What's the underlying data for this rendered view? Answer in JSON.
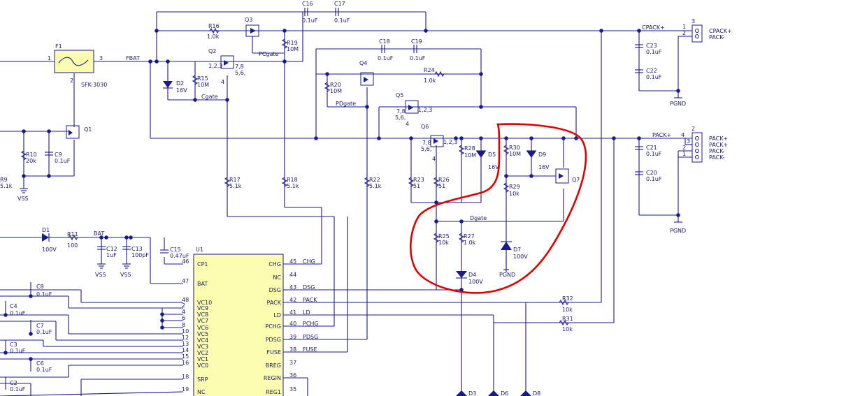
{
  "fuse": {
    "ref": "F1",
    "part": "SFK-3030",
    "pin1": "1",
    "pin2": "2",
    "pin3": "3"
  },
  "nets": {
    "fbat": "FBAT",
    "cpack_plus": "CPACK+",
    "pack_plus": "PACK+",
    "pcgate": "PCgate",
    "cgate": "Cgate",
    "pdgate": "PDgate",
    "dgate": "Dgate",
    "bat": "BAT",
    "vss": "VSS",
    "pgnd": "PGND"
  },
  "connectors": {
    "j3": {
      "ref": "3",
      "pins": [
        "1",
        "2"
      ],
      "labels": [
        "CPACK+",
        "PACK-"
      ]
    },
    "j2": {
      "ref": "2",
      "pins": [
        "4",
        "3",
        "2",
        "1"
      ],
      "labels": [
        "PACK+",
        "PACK+",
        "PACK-",
        "PACK-"
      ]
    }
  },
  "parts": {
    "q3": "Q3",
    "q2": "Q2",
    "q4": "Q4",
    "q5": "Q5",
    "q6": "Q6",
    "q7": "Q7",
    "q1": "Q1",
    "q2_pins": "1,2,3",
    "q2_pins2": "7,8",
    "q2_pins3": "5,6,",
    "q2_pin4": "4",
    "q5_pins": "1,2,3",
    "q5_pins2": "7,8",
    "q5_pins3": "5,6,",
    "q5_pin4": "4",
    "q6_pins": "1,2,3",
    "q6_pins2": "7,8",
    "q6_pins3": "5,6,",
    "q6_pin4": "4",
    "r16": "R16",
    "r16v": "1.0k",
    "r19": "R19",
    "r19v": "10M",
    "r15": "R15",
    "r15v": "10M",
    "r20": "R20",
    "r20v": "10M",
    "r24": "R24",
    "r24v": "1.0k",
    "r28": "R28",
    "r28v": "10M",
    "r30": "R30",
    "r30v": "10M",
    "r29": "R29",
    "r29v": "10k",
    "r17": "R17",
    "r17v": "5.1k",
    "r18": "R18",
    "r18v": "5.1k",
    "r22": "R22",
    "r22v": "5.1k",
    "r23": "R23",
    "r23v": "51",
    "r26": "R26",
    "r26v": "51",
    "r25": "R25",
    "r25v": "10k",
    "r27": "R27",
    "r27v": "1.0k",
    "r10": "R10",
    "r10v": "20k",
    "r9": "R9",
    "r9v": "5.1k",
    "r11": "R11",
    "r11v": "100",
    "r32": "R32",
    "r32v": "10k",
    "r31": "R31",
    "r31v": "10k",
    "c16": "C16",
    "c16v": "0.1uF",
    "c17": "C17",
    "c17v": "0.1uF",
    "c18": "C18",
    "c18v": "0.1uF",
    "c19": "C19",
    "c19v": "0.1uF",
    "c23": "C23",
    "c23v": "0.1uF",
    "c22": "C22",
    "c22v": "0.1uF",
    "c21": "C21",
    "c21v": "0.1uF",
    "c20": "C20",
    "c20v": "0.1uF",
    "c9": "C9",
    "c9v": "0.1uF",
    "c12": "C12",
    "c12v": "1uF",
    "c13": "C13",
    "c13v": "100pF",
    "c15": "C15",
    "c15v": "0.47uF",
    "c8": "C8",
    "c8v": "0.1uF",
    "c4": "C4",
    "c4v": "0.1uF",
    "c7": "C7",
    "c7v": "0.1uF",
    "c3": "C3",
    "c3v": "0.1uF",
    "c6": "C6",
    "c6v": "0.1uF",
    "c2": "C2",
    "c2v": "0.1uF",
    "d2": "D2",
    "d2v": "16V",
    "d5": "D5",
    "d5v": "16V",
    "d9": "D9",
    "d9v": "16V",
    "d7": "D7",
    "d7v": "100V",
    "d4": "D4",
    "d4v": "100V",
    "d1": "D1",
    "d1v": "100V",
    "d3": "D3",
    "d6": "D6",
    "d8": "D8"
  },
  "ic": {
    "ref": "U1",
    "left_pins": [
      {
        "num": "46",
        "name": "CP1"
      },
      {
        "num": "47",
        "name": "BAT"
      },
      {
        "num": "48",
        "name": "VC10"
      },
      {
        "num": "2",
        "name": "VC9"
      },
      {
        "num": "4",
        "name": "VC8"
      },
      {
        "num": "6",
        "name": "VC7"
      },
      {
        "num": "8",
        "name": "VC6"
      },
      {
        "num": "10",
        "name": "VC5"
      },
      {
        "num": "12",
        "name": "VC4"
      },
      {
        "num": "13",
        "name": "VC3"
      },
      {
        "num": "14",
        "name": "VC2"
      },
      {
        "num": "15",
        "name": "VC1"
      },
      {
        "num": "16",
        "name": "VC0"
      },
      {
        "num": "18",
        "name": "SRP"
      },
      {
        "num": "19",
        "name": "NC"
      }
    ],
    "right_pins": [
      {
        "num": "45",
        "name": "CHG",
        "net": "CHG"
      },
      {
        "num": "44",
        "name": "NC",
        "net": ""
      },
      {
        "num": "43",
        "name": "DSG",
        "net": "DSG"
      },
      {
        "num": "42",
        "name": "PACK",
        "net": "PACK"
      },
      {
        "num": "41",
        "name": "LD",
        "net": "LD"
      },
      {
        "num": "40",
        "name": "PCHG",
        "net": "PCHG"
      },
      {
        "num": "39",
        "name": "PDSG",
        "net": "PDSG"
      },
      {
        "num": "38",
        "name": "FUSE",
        "net": "FUSE"
      },
      {
        "num": "37",
        "name": "BREG",
        "net": ""
      },
      {
        "num": "36",
        "name": "REGIN",
        "net": ""
      },
      {
        "num": "35",
        "name": "REG1",
        "net": ""
      }
    ]
  },
  "annotation": {
    "color": "#dd0000"
  }
}
